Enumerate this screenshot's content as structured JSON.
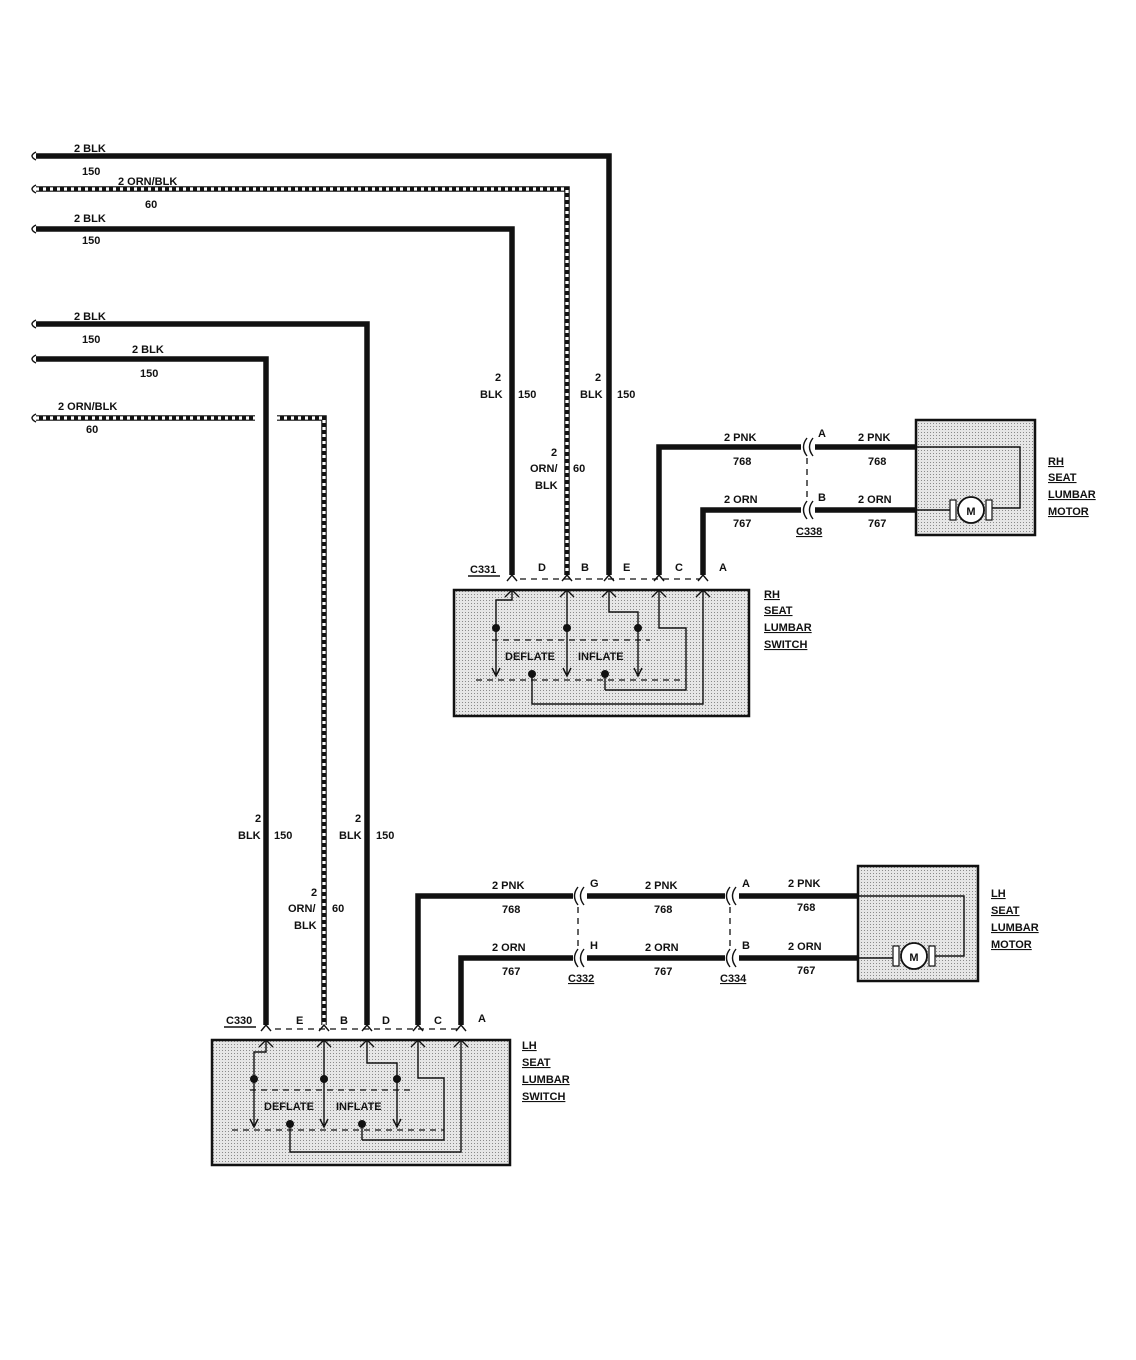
{
  "wires_left": {
    "w1": {
      "size_color": "2 BLK",
      "circuit": "150"
    },
    "w2": {
      "size_color": "2 ORN/BLK",
      "circuit": "60"
    },
    "w3": {
      "size_color": "2 BLK",
      "circuit": "150"
    },
    "w4": {
      "size_color": "2 BLK",
      "circuit": "150"
    },
    "w5": {
      "size_color": "2 BLK",
      "circuit": "150"
    },
    "w6": {
      "size_color": "2 ORN/BLK",
      "circuit": "60"
    }
  },
  "vertical_labels": {
    "size": "2",
    "blk": "BLK",
    "orn": "ORN/",
    "blk2": "BLK",
    "c150": "150",
    "c60": "60"
  },
  "rh_switch": {
    "connector": "C331",
    "pins": [
      "D",
      "B",
      "E",
      "C",
      "A"
    ],
    "title": [
      "RH",
      "SEAT",
      "LUMBAR",
      "SWITCH"
    ],
    "deflate": "DEFLATE",
    "inflate": "INFLATE"
  },
  "rh_motor": {
    "title": [
      "RH",
      "SEAT",
      "LUMBAR",
      "MOTOR"
    ],
    "symbol": "M",
    "connector": "C338",
    "pin_a": "A",
    "pin_b": "B"
  },
  "lh_switch": {
    "connector": "C330",
    "pins": [
      "E",
      "B",
      "D",
      "C",
      "A"
    ],
    "title": [
      "LH",
      "SEAT",
      "LUMBAR",
      "SWITCH"
    ],
    "deflate": "DEFLATE",
    "inflate": "INFLATE"
  },
  "lh_motor": {
    "title": [
      "LH",
      "SEAT",
      "LUMBAR",
      "MOTOR"
    ],
    "symbol": "M",
    "connector_1": "C332",
    "connector_2": "C334",
    "pin_g": "G",
    "pin_h": "H",
    "pin_a": "A",
    "pin_b": "B"
  },
  "motor_wires": {
    "pnk": "2 PNK",
    "pnk_circuit": "768",
    "orn": "2 ORN",
    "orn_circuit": "767"
  }
}
